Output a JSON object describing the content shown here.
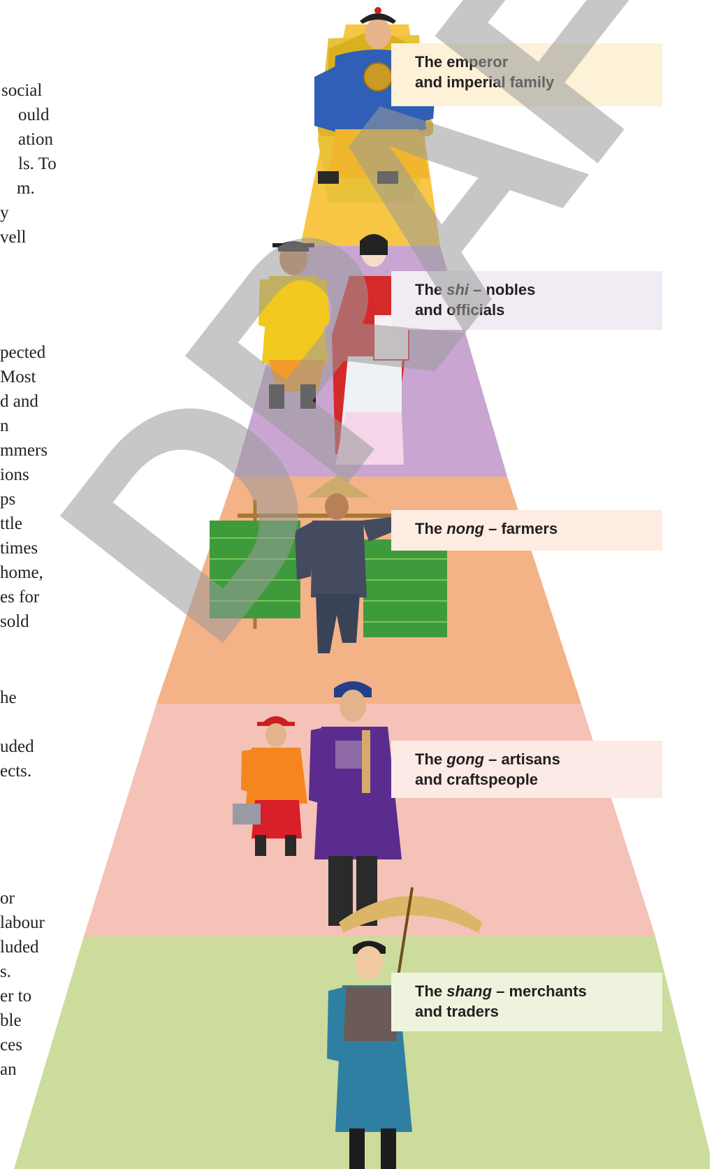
{
  "body_text": [
    "social",
    "ould",
    "ation",
    "ls. To",
    "m.",
    "y",
    "vell",
    "pected",
    "Most",
    "d and",
    "n",
    "mmers",
    "ions",
    "ps",
    "ttle",
    "times",
    "home,",
    "es for",
    " sold",
    "he",
    "uded",
    "ects.",
    "or",
    "labour",
    "luded",
    "s.",
    "er to",
    "ble",
    "ces",
    "an"
  ],
  "tiers": [
    {
      "name": "emperor",
      "label_line1": "The emperor",
      "label_line2": "and imperial family",
      "color": "#f8c645",
      "label_bg": "#fdf1d8"
    },
    {
      "name": "shi",
      "label_prefix": "The ",
      "label_term": "shi",
      "label_suffix": " – nobles",
      "label_line2": "and officials",
      "color": "#c8a6d1",
      "label_bg": "#f1ebf3"
    },
    {
      "name": "nong",
      "label_prefix": "The ",
      "label_term": "nong",
      "label_suffix": " – farmers",
      "color": "#f4b287",
      "label_bg": "#fdece2"
    },
    {
      "name": "gong",
      "label_prefix": "The ",
      "label_term": "gong",
      "label_suffix": " – artisans",
      "label_line2": "and craftspeople",
      "color": "#f4c2b6",
      "label_bg": "#fbeae6"
    },
    {
      "name": "shang",
      "label_prefix": "The ",
      "label_term": "shang",
      "label_suffix": " – merchants",
      "label_line2": "and traders",
      "color": "#cbdc9c",
      "label_bg": "#eef3de"
    }
  ],
  "watermark": "DRAFT"
}
